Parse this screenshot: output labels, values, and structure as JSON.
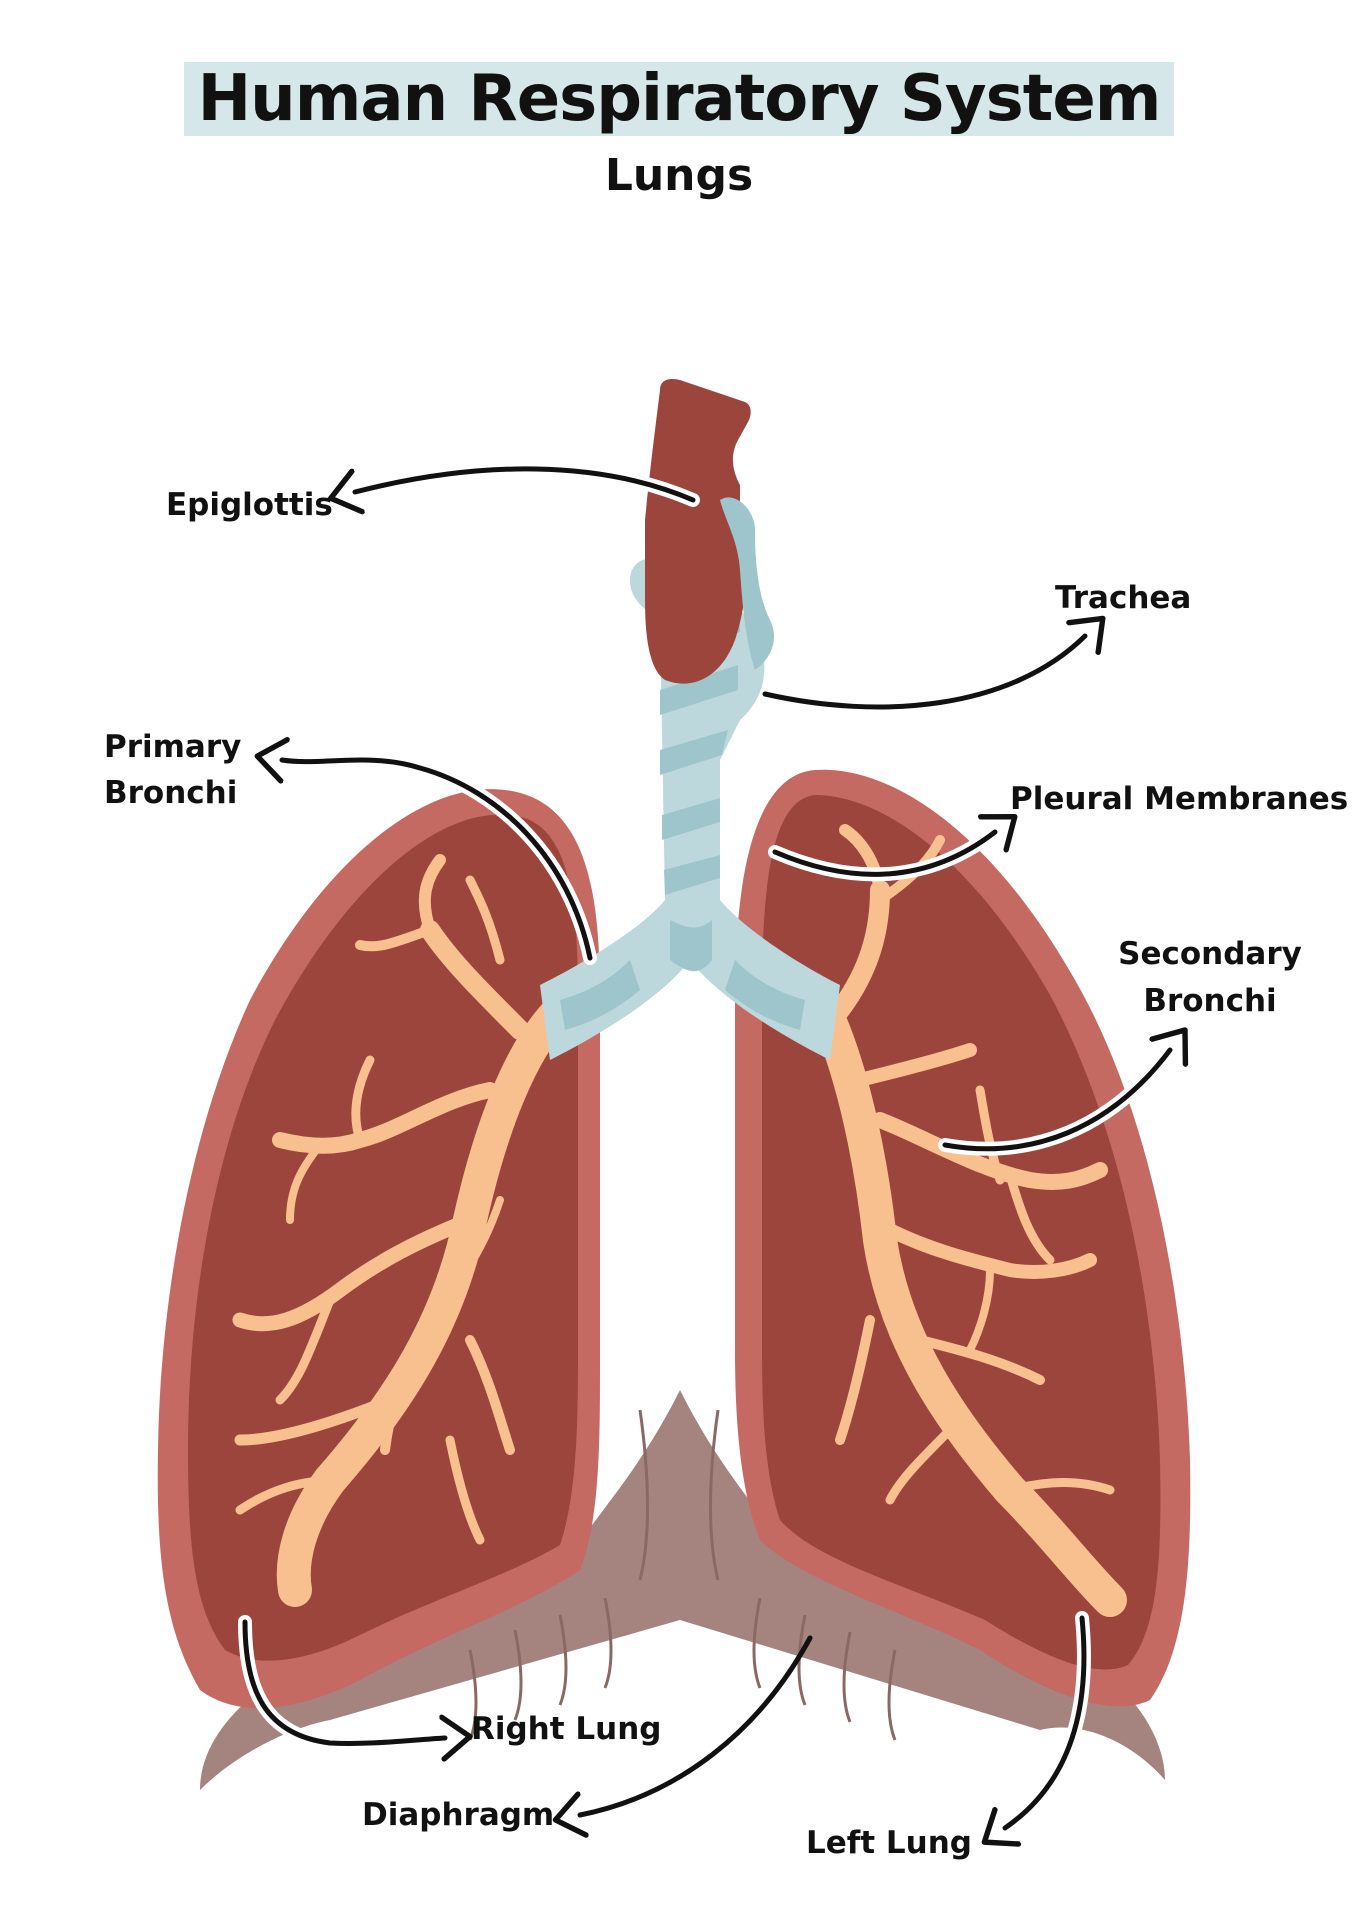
{
  "header": {
    "title": "Human Respiratory System",
    "subtitle": "Lungs"
  },
  "labels": {
    "epiglottis": "Epiglottis",
    "trachea": "Trachea",
    "primary_bronchi_line1": "Primary",
    "primary_bronchi_line2": "Bronchi",
    "pleural_membranes": "Pleural Membranes",
    "secondary_bronchi_line1": "Secondary",
    "secondary_bronchi_line2": "Bronchi",
    "right_lung": "Right Lung",
    "diaphragm": "Diaphragm",
    "left_lung": "Left Lung"
  },
  "colors": {
    "lung_outer": "#c46a63",
    "lung_inner": "#9c453d",
    "bronchi": "#f8c08e",
    "trachea_light": "#bcd8dc",
    "trachea_dark": "#9ec5cb",
    "larynx": "#9c453d",
    "diaphragm": "#a5837f",
    "diaphragm_line": "#8a6864",
    "title_highlight": "#d6e7e9"
  }
}
